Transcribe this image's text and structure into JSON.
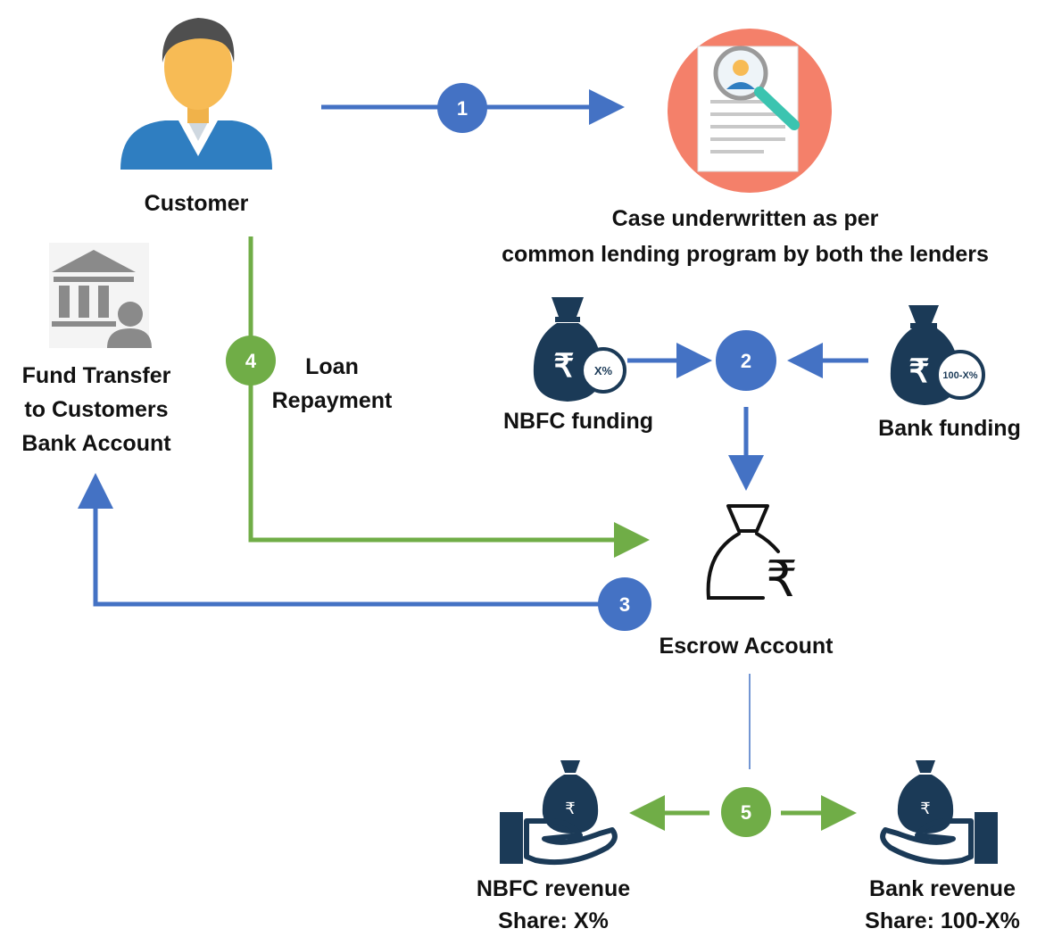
{
  "nodes": {
    "customer": "Customer",
    "underwriting": [
      "Case underwritten as per",
      "common lending program by both the lenders"
    ],
    "fund_transfer": [
      "Fund Transfer",
      "to Customers",
      "Bank Account"
    ],
    "loan_repayment": [
      "Loan",
      "Repayment"
    ],
    "nbfc_funding": "NBFC funding",
    "bank_funding": "Bank funding",
    "escrow": "Escrow Account",
    "nbfc_revenue": [
      "NBFC revenue",
      "Share: X%"
    ],
    "bank_revenue": [
      "Bank revenue",
      "Share: 100-X%"
    ]
  },
  "steps": [
    "1",
    "2",
    "3",
    "4",
    "5"
  ],
  "bag_tags": {
    "nbfc": "X%",
    "bank": "100-X%"
  },
  "currency_symbol": "₹",
  "colors": {
    "blue": "#4472c4",
    "green": "#70ad47",
    "navy": "#1b3a57",
    "salmon": "#f4806a",
    "grey": "#8a8a8a"
  },
  "icons": [
    "person-icon",
    "document-search-icon",
    "bank-icon",
    "money-bag-icon",
    "hand-money-bag-icon"
  ]
}
